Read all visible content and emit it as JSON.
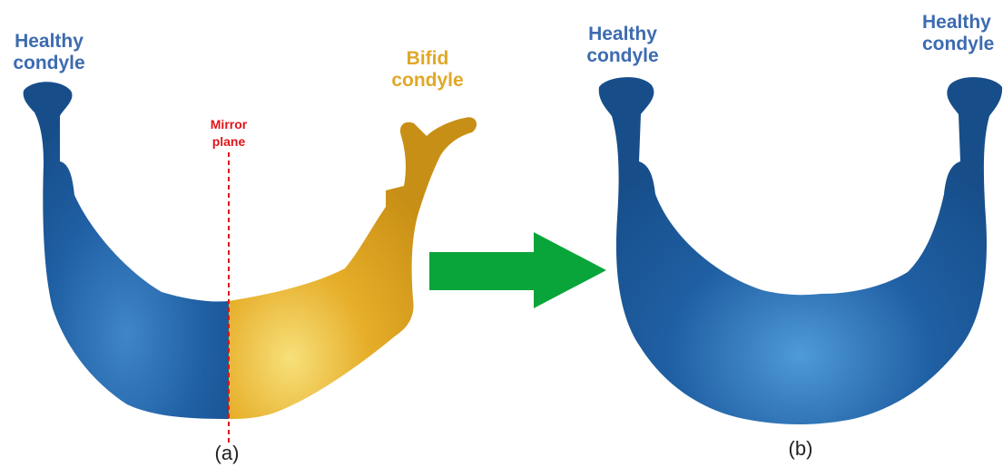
{
  "panel_a": {
    "left_label": {
      "line1": "Healthy",
      "line2": "condyle"
    },
    "right_label": {
      "line1": "Bifid",
      "line2": "condyle"
    },
    "mirror_label": {
      "line1": "Mirror",
      "line2": "plane"
    },
    "caption": "(a)"
  },
  "panel_b": {
    "left_label": {
      "line1": "Healthy",
      "line2": "condyle"
    },
    "right_label": {
      "line1": "Healthy",
      "line2": "condyle"
    },
    "caption": "(b)"
  },
  "colors": {
    "healthy_bone": "#1f5fa3",
    "bifid_bone": "#e0a520",
    "healthy_text": "#3d6bb0",
    "bifid_text": "#e0a828",
    "mirror_line": "#e0141a",
    "arrow": "#0aa53a"
  }
}
